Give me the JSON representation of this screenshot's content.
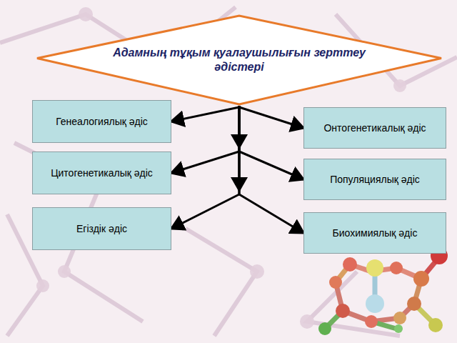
{
  "diagram": {
    "nodes": [
      {
        "text": [
          "Адамның тұқым қуалаушылығын зерттеу әдістері"
        ]
      },
      {
        "text": [
          "Генеалогиялық әдіс"
        ]
      },
      {
        "text": [
          "Онтогенетикалық әдіс"
        ]
      },
      {
        "text": [
          "Цитогенетикалық әдіс"
        ]
      },
      {
        "text": [
          "Популяциялық әдіс"
        ]
      },
      {
        "text": [
          "Егіздік әдіс"
        ]
      },
      {
        "text": [
          "Биохимиялық әдіс"
        ]
      }
    ],
    "edges": [
      {
        "from": 0,
        "to": 1,
        "arrow": "to"
      },
      {
        "from": 0,
        "to": 2,
        "arrow": "to"
      },
      {
        "from": 0,
        "to": 3,
        "arrow": "to"
      },
      {
        "from": 0,
        "to": 4,
        "arrow": "to"
      },
      {
        "from": 0,
        "to": 5,
        "arrow": "to"
      },
      {
        "from": 0,
        "to": 6,
        "arrow": "to"
      }
    ]
  }
}
